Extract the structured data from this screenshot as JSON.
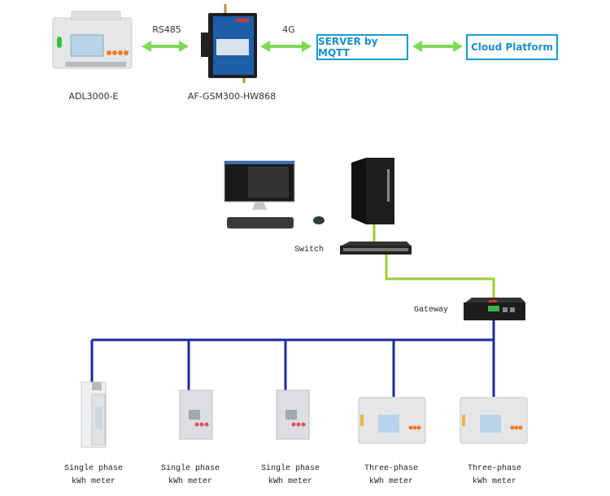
{
  "top_flow": {
    "devices": [
      {
        "id": "meter",
        "label": "ADL3000-E"
      },
      {
        "id": "gsm",
        "label": "AF-GSM300-HW868"
      }
    ],
    "links": [
      {
        "label": "RS485"
      },
      {
        "label": "4G"
      },
      {
        "label": ""
      }
    ],
    "boxes": [
      {
        "label": "SERVER by MQTT"
      },
      {
        "label": "Cloud Platform"
      }
    ]
  },
  "network": {
    "switch_label": "Switch",
    "gateway_label": "Gateway",
    "meters": [
      {
        "line1": "Single phase",
        "line2": "kWh meter",
        "type": "din-1p"
      },
      {
        "line1": "Single phase",
        "line2": "kWh meter",
        "type": "din-2p"
      },
      {
        "line1": "Single phase",
        "line2": "kWh meter",
        "type": "din-2p"
      },
      {
        "line1": "Three-phase",
        "line2": "kWh meter",
        "type": "din-3p"
      },
      {
        "line1": "Three-phase",
        "line2": "kWh meter",
        "type": "din-3p"
      }
    ]
  },
  "colors": {
    "arrow_green": "#7ed957",
    "ethernet_green": "#9acd32",
    "rs485_bus_blue": "#1f2a9c",
    "box_blue": "#1a9ad6"
  }
}
